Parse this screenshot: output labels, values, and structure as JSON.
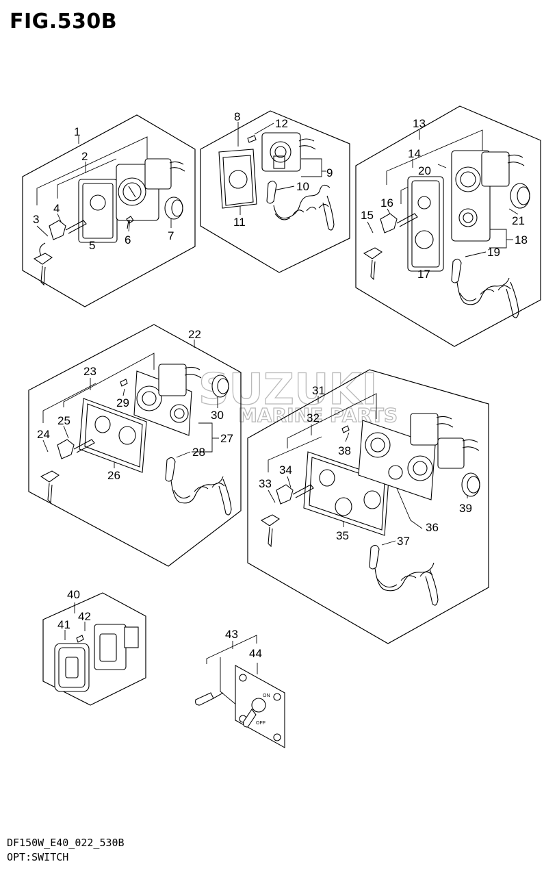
{
  "title": "FIG.530B",
  "footer": {
    "code": "DF150W_E40_022_530B",
    "name": "OPT:SWITCH"
  },
  "watermark": {
    "brand": "SUZUKI",
    "sub": "MARINE PARTS"
  },
  "callouts": [
    "1",
    "2",
    "3",
    "4",
    "5",
    "6",
    "7",
    "8",
    "9",
    "10",
    "11",
    "12",
    "13",
    "14",
    "15",
    "16",
    "17",
    "18",
    "19",
    "20",
    "21",
    "22",
    "23",
    "24",
    "25",
    "26",
    "27",
    "28",
    "29",
    "30",
    "31",
    "32",
    "33",
    "34",
    "35",
    "36",
    "37",
    "38",
    "39",
    "40",
    "41",
    "42",
    "43",
    "44"
  ],
  "switch_labels": {
    "on": "ON",
    "off": "OFF"
  }
}
